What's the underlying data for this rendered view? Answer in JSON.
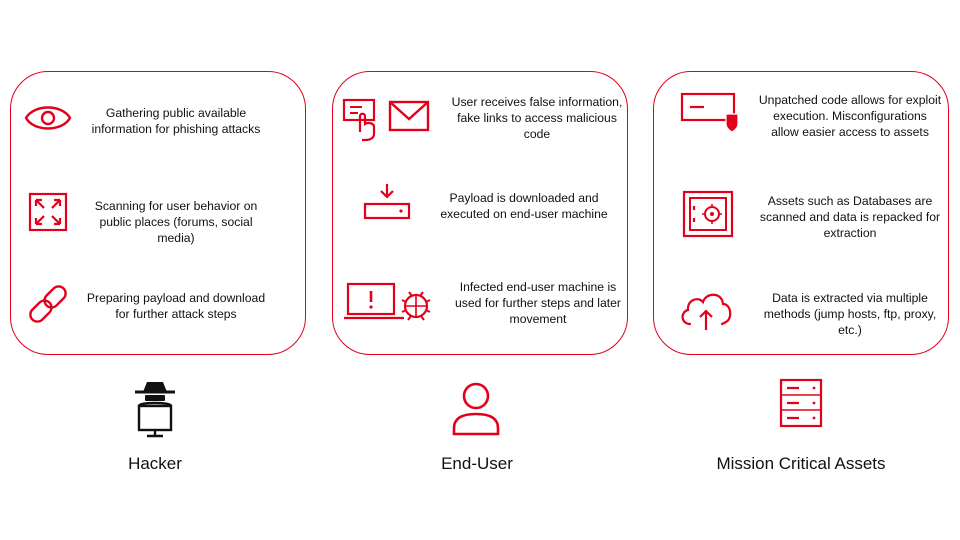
{
  "colors": {
    "accent": "#e2001a",
    "text": "#111111",
    "hacker_icon": "#111111"
  },
  "columns": [
    {
      "label": "Hacker",
      "persona_icon": "hacker-icon",
      "steps": [
        {
          "icon": "eye-icon",
          "text": "Gathering public available information for phishing attacks"
        },
        {
          "icon": "scan-arrows-icon",
          "text": "Scanning for user behavior on public places (forums, social media)"
        },
        {
          "icon": "link-icon",
          "text": "Preparing payload and download for further attack steps"
        }
      ]
    },
    {
      "label": "End-User",
      "persona_icon": "user-icon",
      "steps": [
        {
          "icon": "phishing-email-icon",
          "text": "User receives false information, fake links to access malicious code"
        },
        {
          "icon": "download-payload-icon",
          "text": "Payload is downloaded and executed on end-user machine"
        },
        {
          "icon": "infected-laptop-bug-icon",
          "text": "Infected end-user machine is used for further steps and later movement"
        }
      ]
    },
    {
      "label": "Mission Critical Assets",
      "persona_icon": "server-rack-icon",
      "steps": [
        {
          "icon": "unpatched-server-icon",
          "text": "Unpatched code allows for exploit execution. Misconfigurations allow easier access to assets"
        },
        {
          "icon": "vault-icon",
          "text": "Assets such as Databases are scanned and data is repacked for extraction"
        },
        {
          "icon": "cloud-upload-icon",
          "text": "Data is extracted via multiple methods (jump hosts, ftp, proxy, etc.)"
        }
      ]
    }
  ]
}
